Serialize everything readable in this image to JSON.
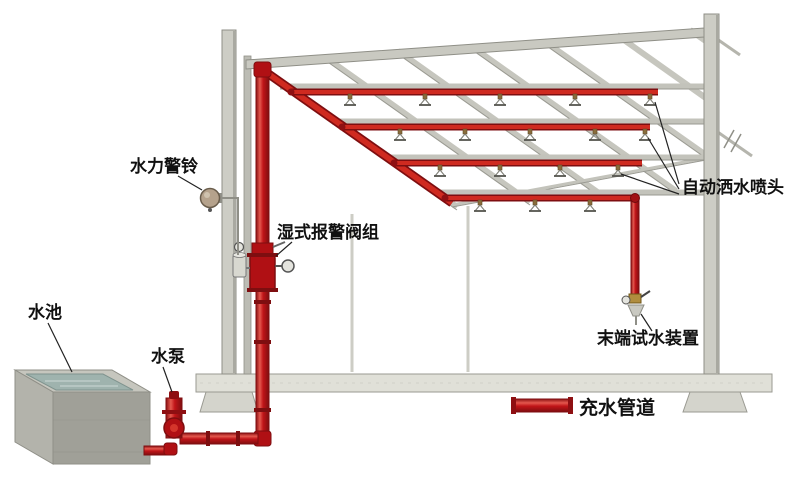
{
  "labels": {
    "alarm_bell": "水力警铃",
    "wet_alarm_valve": "湿式报警阀组",
    "sprinklers": "自动洒水喷头",
    "end_test_device": "末端试水装置",
    "tank": "水池",
    "pump": "水泵",
    "legend_pipe": "充水管道"
  },
  "colors": {
    "pipe_red": "#c8191c",
    "pipe_red_dark": "#7e0e10",
    "pipe_highlight": "#e4584e",
    "structure_grey": "#c9c9c1",
    "structure_edge": "#9a9a92",
    "water": "#9fb3ae",
    "brass": "#b08d3e",
    "bell": "#b5a28c",
    "text": "#111111",
    "background": "#ffffff"
  }
}
